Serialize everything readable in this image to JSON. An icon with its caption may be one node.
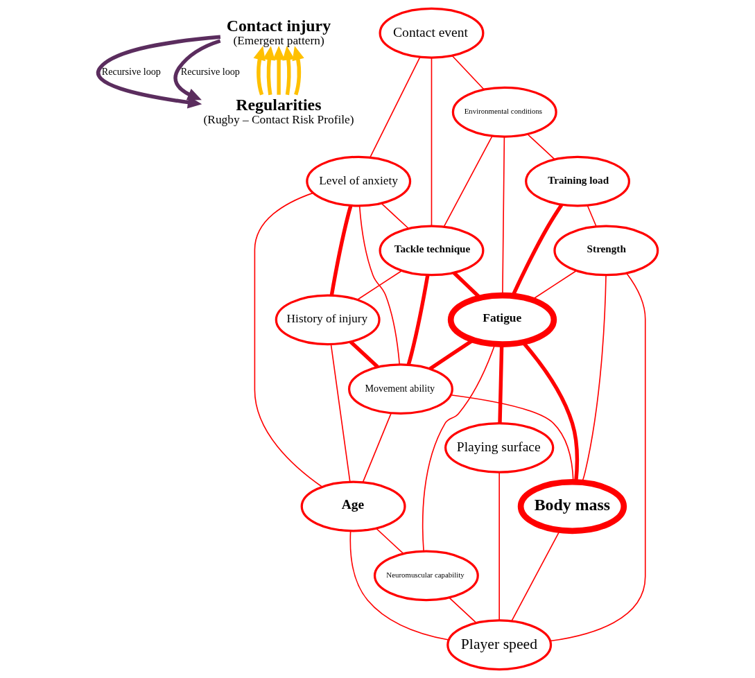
{
  "diagram": {
    "nodes": [
      {
        "text": [
          "Contact injury",
          "(Emergent pattern)"
        ]
      },
      {
        "text": [
          "Regularities",
          "(Rugby – Contact Risk Profile)"
        ]
      },
      {
        "text": [
          "Environmental conditions"
        ]
      },
      {
        "text": [
          "Contact event"
        ]
      },
      {
        "text": [
          "Training load"
        ]
      },
      {
        "text": [
          "Level of anxiety"
        ]
      },
      {
        "text": [
          "Tackle technique"
        ]
      },
      {
        "text": [
          "Strength"
        ]
      },
      {
        "text": [
          "Fatigue"
        ]
      },
      {
        "text": [
          "History of injury"
        ]
      },
      {
        "text": [
          "Movement ability"
        ]
      },
      {
        "text": [
          "Body mass"
        ]
      },
      {
        "text": [
          "Neuromuscular capability"
        ]
      },
      {
        "text": [
          "Age"
        ]
      },
      {
        "text": [
          "Player speed"
        ]
      },
      {
        "text": [
          "Playing surface"
        ]
      }
    ],
    "edges": [
      {
        "from": 0,
        "to": 1,
        "arrow": "to",
        "label": "Recursive loop",
        "style": "thick",
        "color": "#5b2d5e"
      },
      {
        "from": 0,
        "to": 1,
        "arrow": "to",
        "label": "Recursive loop",
        "style": "thick",
        "color": "#5b2d5e"
      },
      {
        "from": 1,
        "to": 0,
        "arrow": "to",
        "style": "thick",
        "color": "#ffc000"
      },
      {
        "from": 1,
        "to": 0,
        "arrow": "to",
        "style": "thick",
        "color": "#ffc000"
      },
      {
        "from": 1,
        "to": 0,
        "arrow": "to",
        "style": "thick",
        "color": "#ffc000"
      },
      {
        "from": 1,
        "to": 0,
        "arrow": "to",
        "style": "thick",
        "color": "#ffc000"
      },
      {
        "from": 1,
        "to": 0,
        "arrow": "to",
        "style": "thick",
        "color": "#ffc000"
      },
      {
        "from": 3,
        "to": 2,
        "arrow": "none"
      },
      {
        "from": 3,
        "to": 5,
        "arrow": "none"
      },
      {
        "from": 3,
        "to": 6,
        "arrow": "none"
      },
      {
        "from": 2,
        "to": 6,
        "arrow": "none"
      },
      {
        "from": 2,
        "to": 4,
        "arrow": "none"
      },
      {
        "from": 2,
        "to": 8,
        "arrow": "none"
      },
      {
        "from": 5,
        "to": 6,
        "arrow": "none"
      },
      {
        "from": 5,
        "to": 10,
        "arrow": "none"
      },
      {
        "from": 5,
        "to": 9,
        "arrow": "none",
        "style": "thick"
      },
      {
        "from": 5,
        "to": 13,
        "arrow": "none"
      },
      {
        "from": 6,
        "to": 8,
        "arrow": "none",
        "style": "thick"
      },
      {
        "from": 6,
        "to": 9,
        "arrow": "none"
      },
      {
        "from": 6,
        "to": 10,
        "arrow": "none",
        "style": "thick"
      },
      {
        "from": 4,
        "to": 8,
        "arrow": "none",
        "style": "thick"
      },
      {
        "from": 4,
        "to": 7,
        "arrow": "none"
      },
      {
        "from": 7,
        "to": 8,
        "arrow": "none"
      },
      {
        "from": 7,
        "to": 11,
        "arrow": "none"
      },
      {
        "from": 7,
        "to": 14,
        "arrow": "none"
      },
      {
        "from": 8,
        "to": 11,
        "arrow": "none",
        "style": "thick"
      },
      {
        "from": 8,
        "to": 10,
        "arrow": "none",
        "style": "thick"
      },
      {
        "from": 8,
        "to": 12,
        "arrow": "none"
      },
      {
        "from": 8,
        "to": 15,
        "arrow": "none",
        "style": "thick"
      },
      {
        "from": 10,
        "to": 11,
        "arrow": "none"
      },
      {
        "from": 10,
        "to": 13,
        "arrow": "none"
      },
      {
        "from": 9,
        "to": 10,
        "arrow": "none",
        "style": "thick"
      },
      {
        "from": 9,
        "to": 13,
        "arrow": "none"
      },
      {
        "from": 13,
        "to": 12,
        "arrow": "none"
      },
      {
        "from": 13,
        "to": 14,
        "arrow": "none"
      },
      {
        "from": 12,
        "to": 14,
        "arrow": "none"
      },
      {
        "from": 11,
        "to": 14,
        "arrow": "none"
      },
      {
        "from": 15,
        "to": 14,
        "arrow": "none"
      }
    ]
  }
}
